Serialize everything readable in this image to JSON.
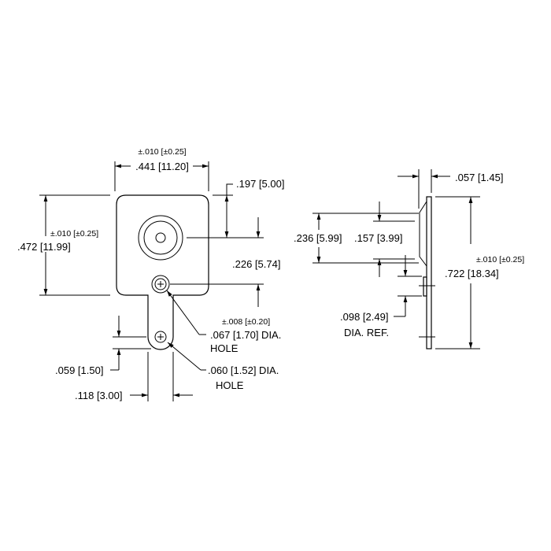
{
  "front_view": {
    "width_tol": "±.010 [±0.25]",
    "width": ".441 [11.20]",
    "height_tol": "±.010 [±0.25]",
    "height": ".472 [11.99]",
    "top_to_center": ".197 [5.00]",
    "center_to_hole": ".226 [5.74]",
    "hole1_tol": "±.008 [±0.20]",
    "hole1": ".067 [1.70] DIA.",
    "hole1_label": "HOLE",
    "hole2": ".060 [1.52] DIA.",
    "hole2_label": "HOLE",
    "hole2_offset": ".059 [1.50]",
    "tab_width": ".118 [3.00]"
  },
  "side_view": {
    "thickness": ".057 [1.45]",
    "length_tol": "±.010 [±0.25]",
    "length": ".722 [18.34]",
    "bump_outer": ".236 [5.99]",
    "bump_inner": ".157 [3.99]",
    "ref_dia": ".098 [2.49]",
    "ref_label": "DIA. REF."
  }
}
